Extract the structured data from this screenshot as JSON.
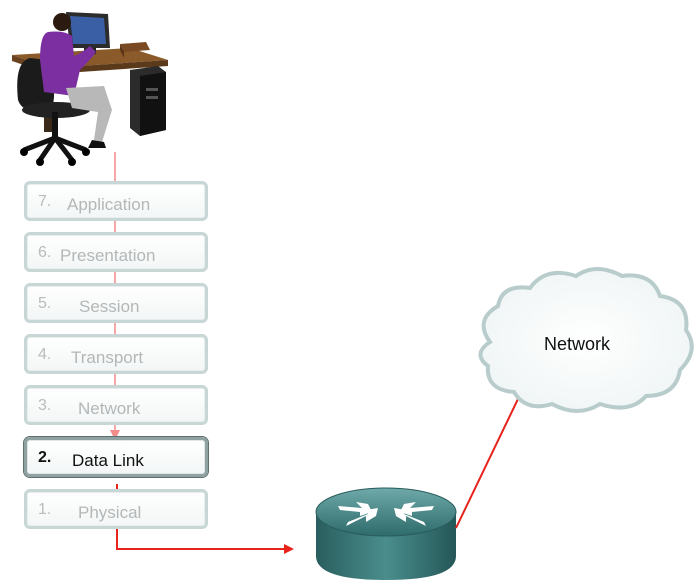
{
  "layers": [
    {
      "num": "7.",
      "name": "Application"
    },
    {
      "num": "6.",
      "name": "Presentation"
    },
    {
      "num": "5.",
      "name": "Session"
    },
    {
      "num": "4.",
      "name": "Transport"
    },
    {
      "num": "3.",
      "name": "Network"
    },
    {
      "num": "2.",
      "name": "Data Link"
    },
    {
      "num": "1.",
      "name": "Physical"
    }
  ],
  "active_layer": "Data Link",
  "cloud": {
    "label": "Network"
  },
  "colors": {
    "arrow": "#e8231c",
    "faded_arrow": "#f48c8c",
    "router": "#3f7f7f",
    "cloud_outline": "#b9cccc"
  },
  "icons": [
    "user-at-computer-icon",
    "router-icon",
    "network-cloud-icon"
  ]
}
